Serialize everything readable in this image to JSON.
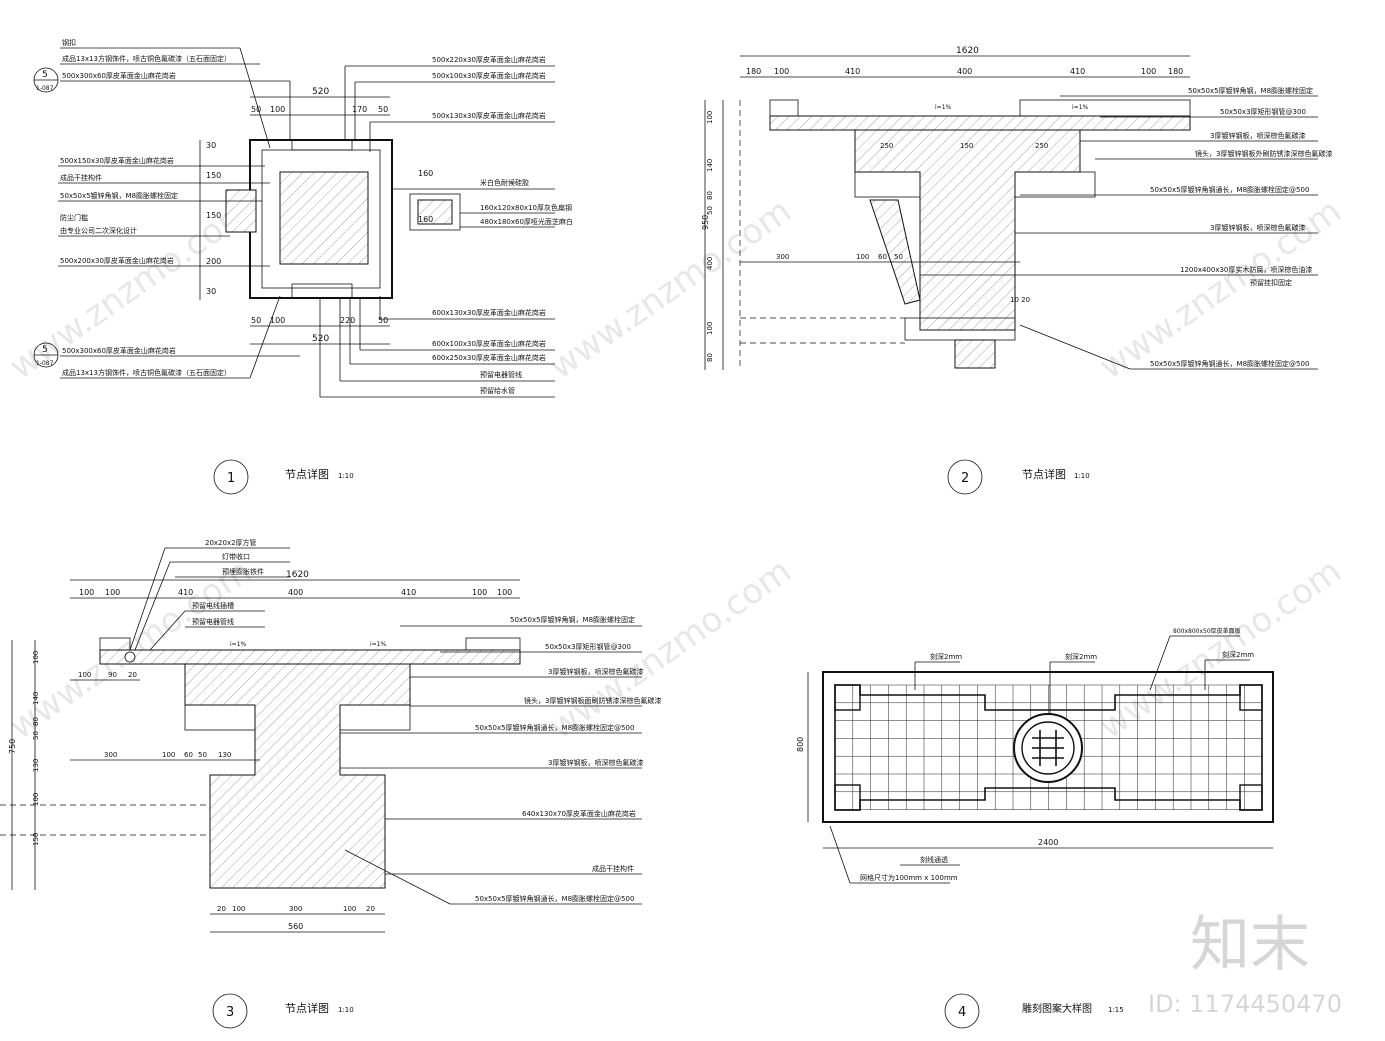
{
  "watermark": {
    "brand": "知末",
    "id": "ID: 1174450470",
    "site": "www.znzmo.com",
    "site_alt": "znzmo.com"
  },
  "detail1": {
    "number": "1",
    "title": "节点详图",
    "scale": "1:10",
    "ref_top": {
      "num": "5",
      "sheet": "1-087"
    },
    "ref_bot": {
      "num": "5",
      "sheet": "1-087"
    },
    "dims_top": [
      "520",
      "50",
      "100",
      "170",
      "50"
    ],
    "dims_bot": [
      "50",
      "100",
      "220",
      "50",
      "520"
    ],
    "dims_left": [
      "30",
      "150",
      "150",
      "200",
      "30"
    ],
    "dims_right": [
      "160",
      "160"
    ],
    "notes_left": [
      "钢扣",
      "成品13x13方钢饰件，喷古铜色氟碳漆（五石面固定）",
      "500x300x60厚皮革面金山麻花岗岩",
      "500x150x30厚皮革面金山麻花岗岩",
      "成品干挂构件",
      "50x50x5镀锌角钢，M8膨胀螺栓固定",
      "防尘门槛",
      "由专业公司二次深化设计",
      "500x200x30厚皮革面金山麻花岗岩",
      "500x300x60厚皮革面金山麻花岗岩",
      "成品13x13方钢饰件，喷古铜色氟碳漆（五石面固定）"
    ],
    "notes_right": [
      "500x220x30厚皮革面金山麻花岗岩",
      "500x100x30厚皮革面金山麻花岗岩",
      "500x130x30厚皮革面金山麻花岗岩",
      "米白色耐候硅胶",
      "160x120x80x10厚灰色扁钢",
      "480x180x60厚哑光面芝麻白",
      "600x130x30厚皮革面金山麻花岗岩",
      "600x100x30厚皮革面金山麻花岗岩",
      "600x250x30厚皮革面金山麻花岗岩",
      "预留电器管线",
      "预留给水管"
    ]
  },
  "detail2": {
    "number": "2",
    "title": "节点详图",
    "scale": "1:10",
    "dims_top_total": "1620",
    "dims_top": [
      "180",
      "100",
      "410",
      "400",
      "410",
      "100",
      "180"
    ],
    "dims_left": [
      "100",
      "140",
      "80",
      "50",
      "400",
      "100",
      "80"
    ],
    "dims_left_total": "950",
    "dims_mid": [
      "300",
      "100",
      "60",
      "50",
      "10",
      "20"
    ],
    "slope_left": "i=1%",
    "slope_right": "i=1%",
    "dim_250a": "250",
    "dim_250b": "250",
    "dim_mid_top": "150",
    "dim_1020": "10 20",
    "notes": [
      "50x50x5厚镀锌角钢，M8膨胀螺栓固定",
      "50x50x3厚矩形钢管@300",
      "3厚镀锌钢板，喷深棕色氟碳漆",
      "镜头，3厚镀锌钢板外刷防锈漆深棕色氟碳漆",
      "50x50x5厚镀锌角钢通长，M8膨胀螺栓固定@500",
      "3厚镀锌钢板，喷深棕色氟碳漆",
      "1200x400x30厚实木防腐，喷深棕色油漆",
      "预留挂扣固定",
      "50x50x5厚镀锌角钢通长，M8膨胀螺栓固定@500"
    ]
  },
  "detail3": {
    "number": "3",
    "title": "节点详图",
    "scale": "1:10",
    "dims_top_total": "1620",
    "dims_top": [
      "100",
      "100",
      "410",
      "400",
      "410",
      "100",
      "100"
    ],
    "dims_left": [
      "100",
      "140",
      "80",
      "50",
      "130",
      "100",
      "150"
    ],
    "dims_left_total": "750",
    "dims_mid": [
      "300",
      "100",
      "60",
      "50",
      "130"
    ],
    "dims_small": [
      "100",
      "90",
      "20"
    ],
    "dims_bot": [
      "20",
      "100",
      "300",
      "100",
      "20"
    ],
    "dim_bot_total": "560",
    "slope_left": "i=1%",
    "slope_right": "i=1%",
    "notes_left": [
      "20x20x2厚方管",
      "灯带收口",
      "预埋膨胀铁件",
      "预留电线插槽",
      "预留电器管线"
    ],
    "notes_right": [
      "50x50x5厚镀锌角钢，M8膨胀螺栓固定",
      "50x50x3厚矩形钢管@300",
      "3厚镀锌钢板，喷深棕色氟碳漆",
      "镜头，3厚镀锌钢板面刷防锈漆深棕色氟碳漆",
      "50x50x5厚镀锌角钢通长，M8膨胀螺栓固定@500",
      "3厚镀锌钢板，喷深棕色氟碳漆",
      "640x130x70厚皮革面金山麻花岗岩",
      "成品干挂构件",
      "50x50x5厚镀锌角钢通长，M8膨胀螺栓固定@500"
    ]
  },
  "detail4": {
    "number": "4",
    "title": "雕刻图案大样图",
    "scale": "1:15",
    "note_top": "800x800x50厚皮革面板",
    "notes": [
      "刻深2mm",
      "刻深2mm",
      "刻深2mm"
    ],
    "dim_width": "2400",
    "dim_height": "800",
    "note_bottom": [
      "刻线通透",
      "网格尺寸为100mm x 100mm"
    ]
  }
}
